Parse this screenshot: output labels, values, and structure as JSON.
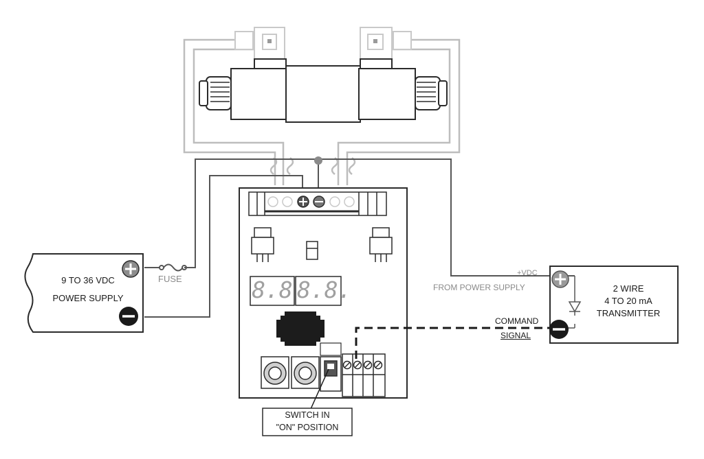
{
  "power_supply": {
    "voltage": "9 TO 36 VDC",
    "name": "POWER SUPPLY",
    "positive_icon": "plus-terminal-icon",
    "negative_icon": "minus-terminal-icon"
  },
  "fuse_label": "FUSE",
  "transmitter": {
    "line1": "2 WIRE",
    "line2": "4 TO 20 mA",
    "line3": "TRANSMITTER",
    "vdc": "+VDC",
    "from_power_supply": "FROM POWER SUPPLY",
    "command": "COMMAND",
    "signal": "SIGNAL"
  },
  "display": {
    "digits": [
      "8.8",
      "8.8."
    ]
  },
  "switch_note": {
    "line1": "SWITCH IN",
    "line2": "\"ON\" POSITION"
  },
  "colors": {
    "line": "#2b2b2b",
    "light_line": "#b5b5b5",
    "display_digit": "#9a9a9a",
    "chip": "#1c1c1c"
  }
}
